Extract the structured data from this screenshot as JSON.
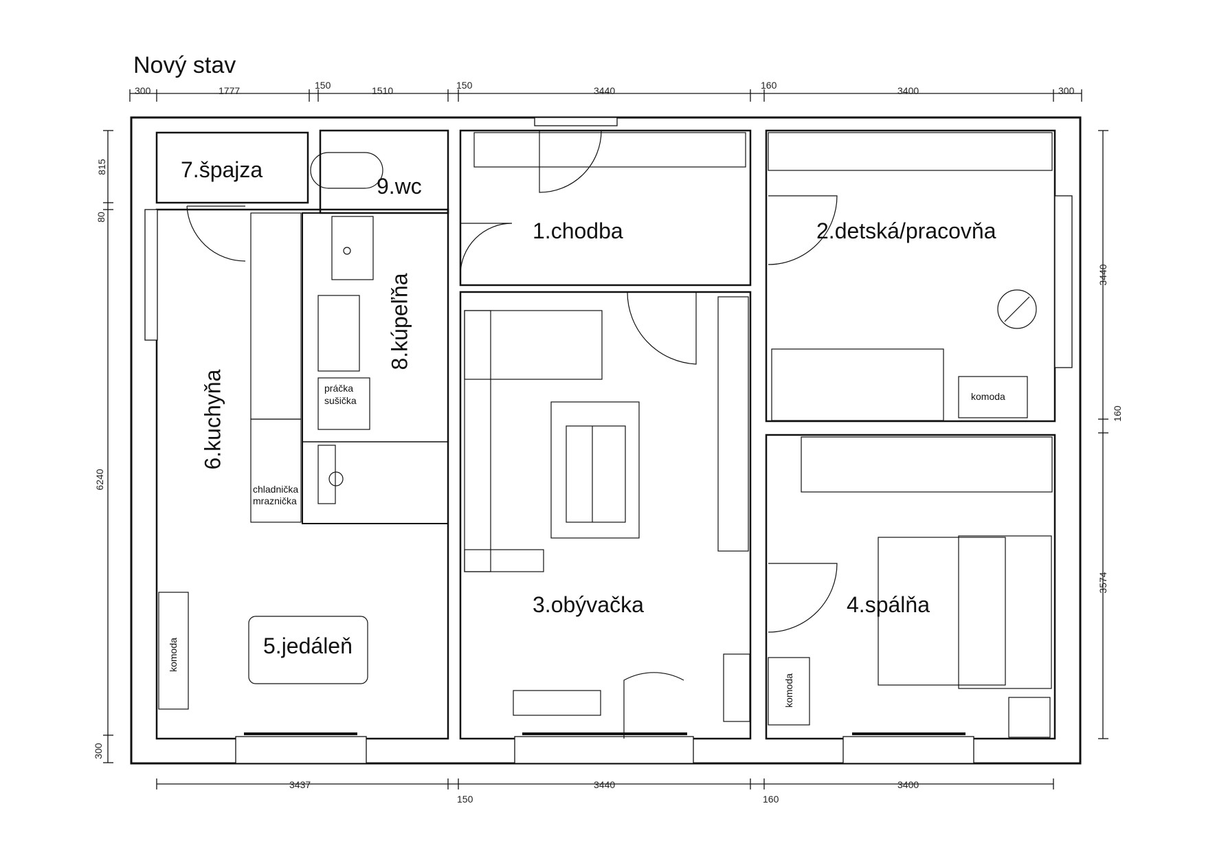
{
  "title": "Nový stav",
  "rooms": {
    "r1": "1.chodba",
    "r2": "2.detská/pracovňa",
    "r3": "3.obývačka",
    "r4": "4.spálňa",
    "r5": "5.jedáleň",
    "r6": "6.kuchyňa",
    "r7": "7.špajza",
    "r8": "8.kúpeľňa",
    "r9": "9.wc"
  },
  "labels": {
    "pracka": "práčka",
    "susicka": "sušička",
    "chladnicka": "chladnička",
    "mraznicka": "mraznička",
    "komoda_kitchen": "komoda",
    "komoda_kids": "komoda",
    "komoda_bedroom": "komoda"
  },
  "dimensions": {
    "top": [
      "300",
      "1777",
      "150",
      "1510",
      "150",
      "3440",
      "160",
      "3400",
      "300"
    ],
    "bottom": [
      "3437",
      "150",
      "3440",
      "160",
      "3400"
    ],
    "left": [
      "815",
      "80",
      "6240",
      "300"
    ],
    "right": [
      "3440",
      "160",
      "3574"
    ]
  }
}
